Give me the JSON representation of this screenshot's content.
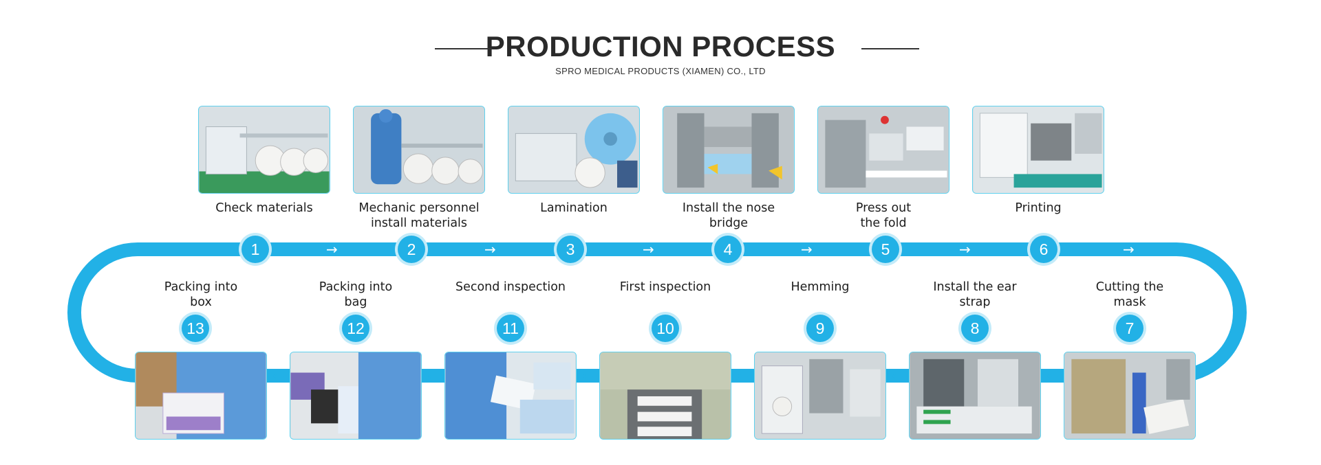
{
  "header": {
    "title": "PRODUCTION PROCESS",
    "subtitle": "SPRO MEDICAL PRODUCTS (XIAMEN) CO., LTD"
  },
  "colors": {
    "track": "#22b1e6",
    "badge_ring": "#c3ebf9",
    "photo_border": "#5fd1ee",
    "title": "#2a2a2a"
  },
  "icons": {
    "arrow_forward": "arrow-right-icon",
    "arrow_back": "arrow-left-icon"
  },
  "steps": [
    {
      "num": "1",
      "line1": "Check materials",
      "line2": ""
    },
    {
      "num": "2",
      "line1": "Mechanic personnel",
      "line2": "install materials"
    },
    {
      "num": "3",
      "line1": "Lamination",
      "line2": ""
    },
    {
      "num": "4",
      "line1": "Install the nose",
      "line2": "bridge"
    },
    {
      "num": "5",
      "line1": "Press out",
      "line2": "the fold"
    },
    {
      "num": "6",
      "line1": "Printing",
      "line2": ""
    },
    {
      "num": "7",
      "line1": "Cutting the",
      "line2": "mask"
    },
    {
      "num": "8",
      "line1": "Install the ear",
      "line2": "strap"
    },
    {
      "num": "9",
      "line1": "Hemming",
      "line2": ""
    },
    {
      "num": "10",
      "line1": "First inspection",
      "line2": ""
    },
    {
      "num": "11",
      "line1": "Second inspection",
      "line2": ""
    },
    {
      "num": "12",
      "line1": "Packing into",
      "line2": "bag"
    },
    {
      "num": "13",
      "line1": "Packing into",
      "line2": "box"
    }
  ]
}
